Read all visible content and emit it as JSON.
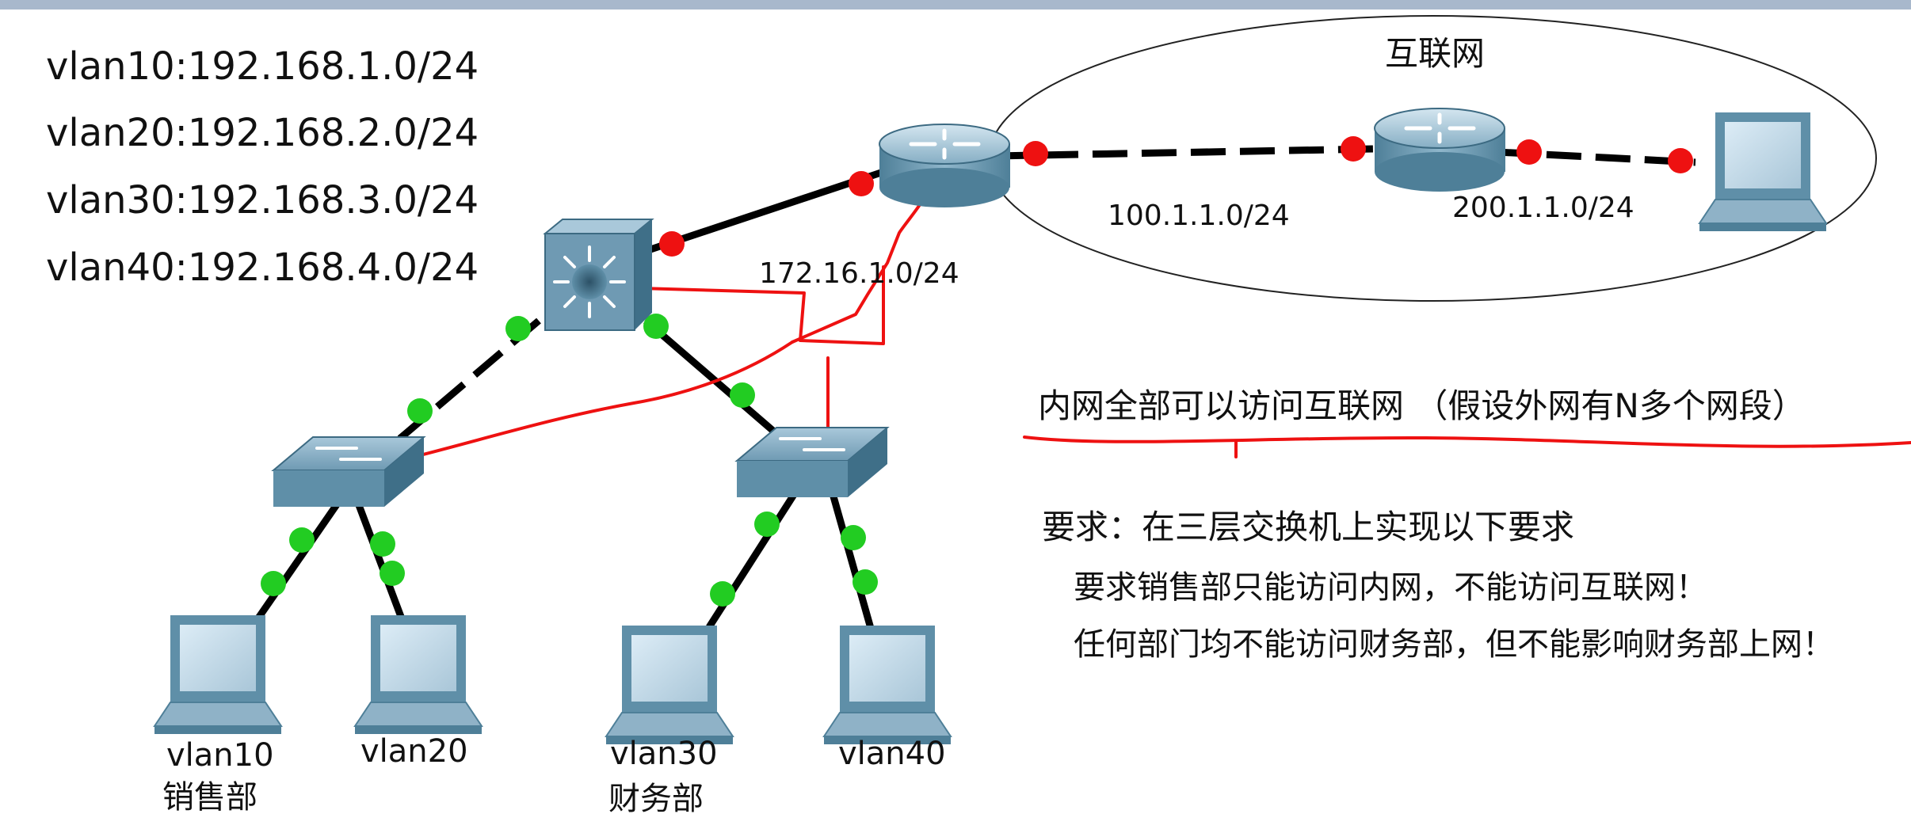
{
  "vlan_subnets": [
    "vlan10:192.168.1.0/24",
    "vlan20:192.168.2.0/24",
    "vlan30:192.168.3.0/24",
    "vlan40:192.168.4.0/24"
  ],
  "internet": {
    "title": "互联网",
    "net1": "100.1.1.0/24",
    "net2": "200.1.1.0/24"
  },
  "core_link_net": "172.16.1.0/24",
  "hosts": [
    {
      "vlan": "vlan10",
      "dept": "销售部"
    },
    {
      "vlan": "vlan20",
      "dept": ""
    },
    {
      "vlan": "vlan30",
      "dept": "财务部"
    },
    {
      "vlan": "vlan40",
      "dept": ""
    }
  ],
  "notes": {
    "headline": "内网全部可以访问互联网  （假设外网有N多个网段）",
    "requirement_title": "要求：在三层交换机上实现以下要求",
    "requirements": [
      "要求销售部只能访问内网，不能访问互联网！",
      "任何部门均不能访问财务部，但不能影响财务部上网！"
    ]
  },
  "colors": {
    "link": "#000000",
    "port_up": "#22cc22",
    "port_down": "#ee1111",
    "annotation": "#ee1111",
    "device": "#5f8fa8"
  }
}
